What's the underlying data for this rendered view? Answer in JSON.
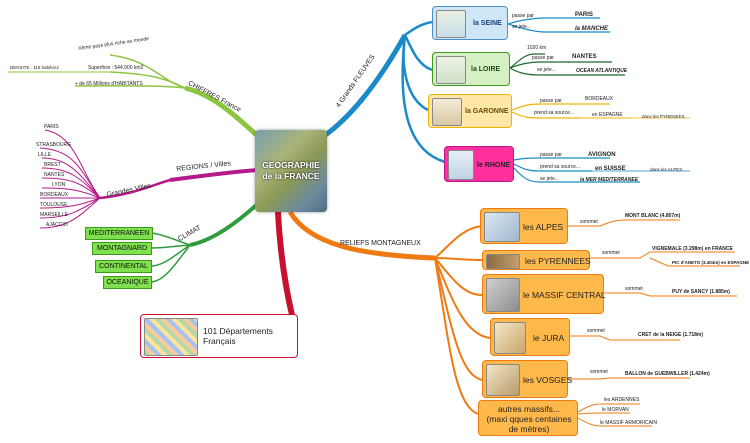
{
  "center": {
    "line1": "GEOGRAPHIE",
    "line2": "de la FRANCE"
  },
  "branches": {
    "fleuves": "4 Grands FLEUVES",
    "chiffres": "CHIFFRES France",
    "regions": "REGIONS / Villes",
    "grandes_villes": "Grandes Villes",
    "climat": "CLIMAT",
    "reliefs": "RELIEFS MONTAGNEUX"
  },
  "chiffres": [
    "Xème pays plus riche au monde",
    "Superficie : 544.000 km2",
    "+ de 65 Millions d'HABITANTS",
    "DENSITE : 119 hab/km2"
  ],
  "villes": [
    "PARIS",
    "STRASBOURG",
    "LILLE",
    "BREST",
    "NANTES",
    "LYON",
    "BORDEAUX",
    "TOULOUSE",
    "MARSEILLE",
    "AJACCIO"
  ],
  "climats": [
    "MEDITERRANEEN",
    "MONTAGNARD",
    "CONTINENTAL",
    "OCEANIQUE"
  ],
  "departements": {
    "line1": "101 Départements",
    "line2": "Français"
  },
  "fleuves": {
    "seine": {
      "label": "la SEINE",
      "p1": "passe par",
      "v1": "PARIS",
      "p2": "se jete...",
      "v2": "la MANCHE"
    },
    "loire": {
      "label": "la LOIRE",
      "p1": "1020 km",
      "p2": "passe par",
      "v2": "NANTES",
      "p3": "se jete...",
      "v3": "OCEAN ATLANTIQUE"
    },
    "garonne": {
      "label": "la GARONNE",
      "p1": "passe par",
      "v1": "BORDEAUX",
      "p2": "prend sa source...",
      "v2": "en ESPAGNE",
      "v3": "dans les PYRENEES"
    },
    "rhone": {
      "label": "le RHONE",
      "p1": "passe par",
      "v1": "AVIGNON",
      "p2": "prend sa source...",
      "v2": "en SUISSE",
      "v3": "dans les ALPES",
      "p3": "se jete...",
      "v4": "la MER MEDITERRANEE"
    }
  },
  "reliefs": {
    "alpes": {
      "label": "les ALPES",
      "sommet": "sommet",
      "val": "MONT BLANC (4.807m)"
    },
    "pyrenees": {
      "label": "les PYRENNEES",
      "sommet": "sommet",
      "val1": "VIGNEMALE (3.298m) en FRANCE",
      "val2": "PIC d'ANETO (3.404m) en ESPAGNE"
    },
    "massif": {
      "label": "le MASSIF CENTRAL",
      "sommet": "sommet",
      "val": "PUY de SANCY (1.885m)"
    },
    "jura": {
      "label": "le JURA",
      "sommet": "sommet",
      "val": "CRET de la NEIGE (1.718m)"
    },
    "vosges": {
      "label": "les VOSGES",
      "sommet": "sommet",
      "val": "BALLON de GUEBWILLER (1.424m)"
    },
    "autres": {
      "line1": "autres massifs...",
      "line2": "(maxi qques centaines",
      "line3": "de mètres)",
      "s1": "les ARDENNES",
      "s2": "le MORVAN",
      "s3": "le MASSIF ARMORICAIN"
    }
  },
  "colors": {
    "fleuves": "#1a8ac8",
    "chiffres": "#8cc63f",
    "regions": "#b5198a",
    "climat": "#2e9b3c",
    "reliefs": "#f07a12",
    "dept": "#c8102e"
  }
}
